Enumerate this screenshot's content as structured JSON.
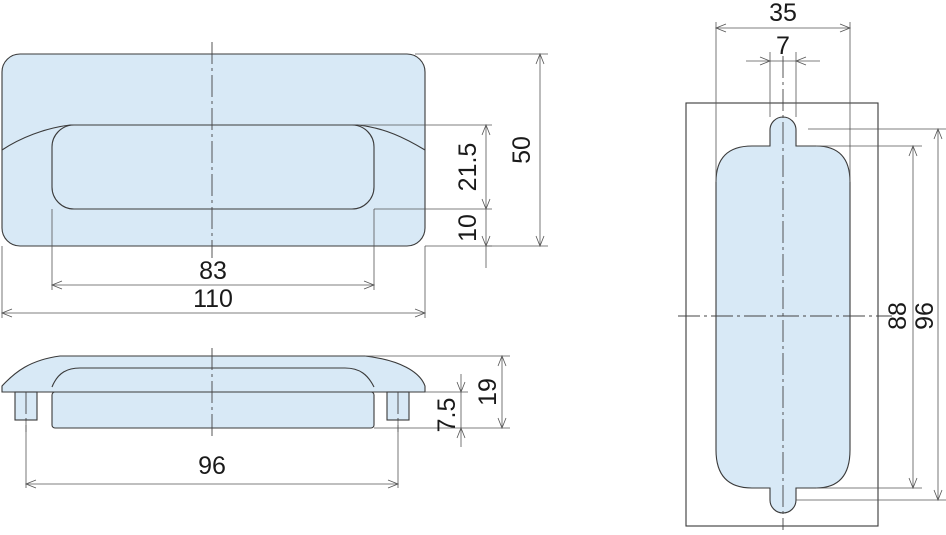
{
  "dimensions": {
    "front_width": "110",
    "front_inner_width": "83",
    "front_height": "50",
    "front_inner_height": "21.5",
    "front_bottom_margin": "10",
    "side_pin_spacing": "96",
    "side_depth": "19",
    "side_pin_depth": "7.5",
    "cutout_width": "35",
    "cutout_tab_width": "7",
    "cutout_body_height": "88",
    "cutout_total_height": "96"
  },
  "colors": {
    "part_fill": "#d8e9f6",
    "line": "#3a3a3a"
  }
}
